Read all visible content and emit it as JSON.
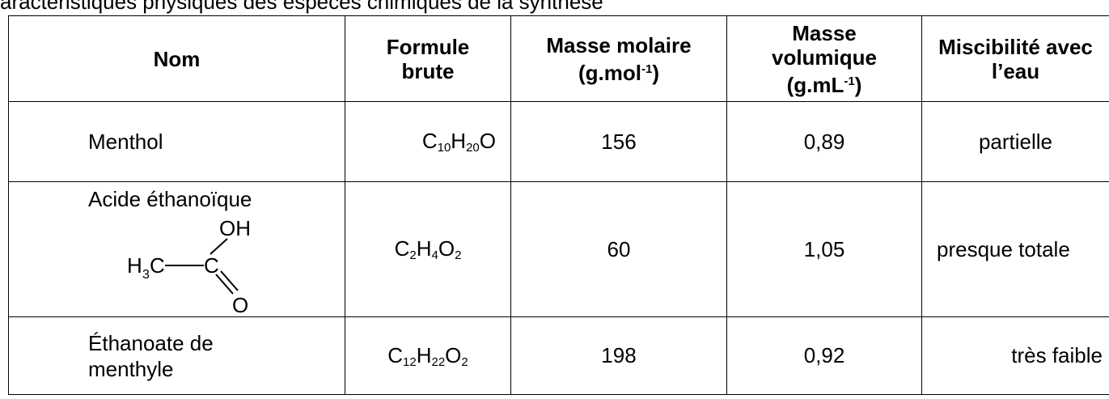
{
  "caption": "aractéristiques physiques des espèces chimiques de la synthèse",
  "headers": {
    "nom": "Nom",
    "formule_line1": "Formule",
    "formule_line2": "brute",
    "masse_molaire_line1": "Masse molaire",
    "masse_molaire_unit": "(g.mol",
    "masse_molaire_exp": "-1",
    "masse_molaire_close": ")",
    "masse_vol_line1": "Masse",
    "masse_vol_line2": "volumique",
    "masse_vol_unit": "(g.mL",
    "masse_vol_exp": "-1",
    "masse_vol_close": ")",
    "misc_line1": "Miscibilité avec",
    "misc_line2": "l’eau"
  },
  "rows": [
    {
      "nom": "Menthol",
      "formula_parts": [
        "C",
        "10",
        "H",
        "20",
        "O"
      ],
      "masse_molaire": "156",
      "masse_volumique": "0,89",
      "miscibilite": "partielle"
    },
    {
      "nom": "Acide éthanoïque",
      "structure": {
        "oh": "OH",
        "h": "H",
        "h_sub": "3",
        "c_left": "C",
        "c_center": "C",
        "o": "O"
      },
      "formula_parts": [
        "C",
        "2",
        "H",
        "4",
        "O",
        "2"
      ],
      "masse_molaire": "60",
      "masse_volumique": "1,05",
      "miscibilite": "presque totale"
    },
    {
      "nom_line1": "Éthanoate de",
      "nom_line2": "menthyle",
      "formula_parts": [
        "C",
        "12",
        "H",
        "22",
        "O",
        "2"
      ],
      "masse_molaire": "198",
      "masse_volumique": "0,92",
      "miscibilite": "très faible"
    }
  ]
}
